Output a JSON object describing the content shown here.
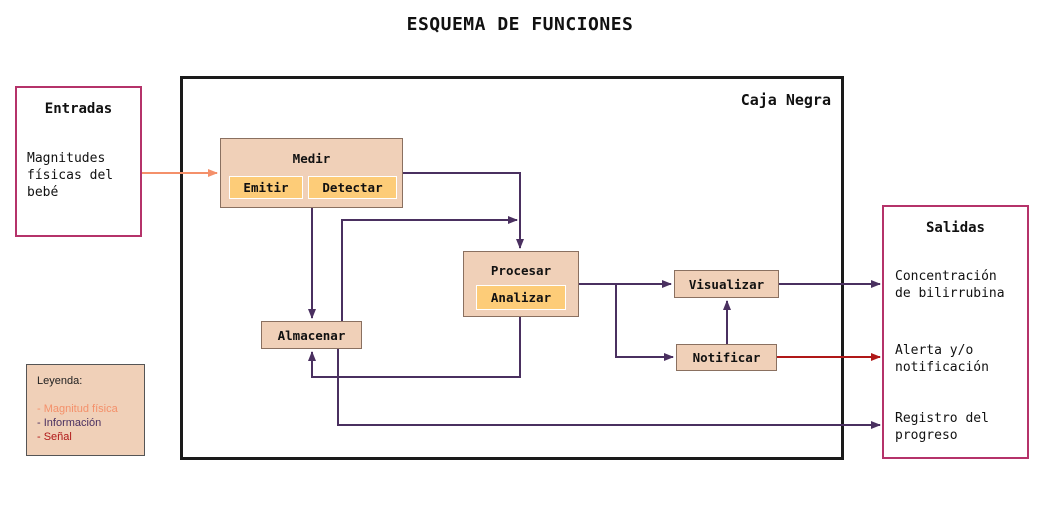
{
  "title": "ESQUEMA DE FUNCIONES",
  "black_box_label": "Caja Negra",
  "inputs": {
    "title": "Entradas",
    "text": "Magnitudes\nfísicas del\nbebé"
  },
  "outputs": {
    "title": "Salidas",
    "items": [
      "Concentración\nde bilirrubina",
      "Alerta y/o\nnotificación",
      "Registro del\nprogreso"
    ]
  },
  "blocks": {
    "medir": {
      "title": "Medir",
      "subs": [
        "Emitir",
        "Detectar"
      ]
    },
    "procesar": {
      "title": "Procesar",
      "subs": [
        "Analizar"
      ]
    },
    "almacenar": "Almacenar",
    "visualizar": "Visualizar",
    "notificar": "Notificar"
  },
  "legend": {
    "title": "Leyenda:",
    "items": [
      {
        "label": "- Magnitud física",
        "color": "#f4906a"
      },
      {
        "label": "- Información",
        "color": "#4a3060"
      },
      {
        "label": "- Señal",
        "color": "#b01818"
      }
    ]
  },
  "colors": {
    "magnitud": "#f4906a",
    "informacion": "#4a3060",
    "senal": "#b01818",
    "io_border": "#b5336a"
  }
}
